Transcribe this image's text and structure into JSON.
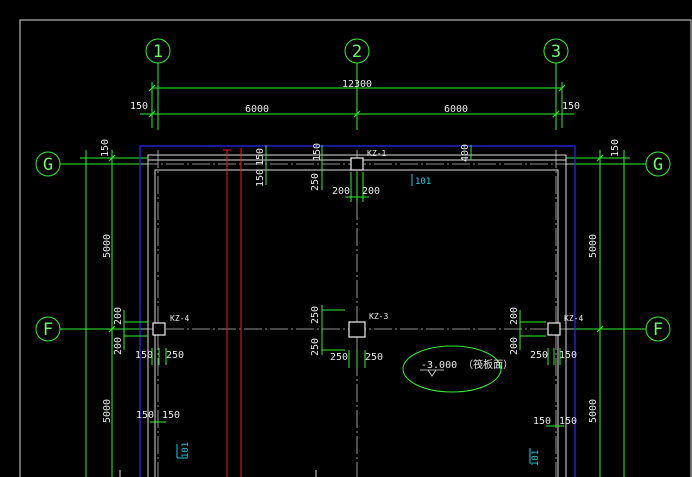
{
  "grid_axes": {
    "vertical": [
      "1",
      "2",
      "3"
    ],
    "horizontal": [
      "G",
      "F"
    ]
  },
  "dimensions": {
    "overall": "12300",
    "bays": [
      "6000",
      "6000"
    ],
    "edge_left": "150",
    "edge_right": "150",
    "vertical_bays": [
      "5000",
      "5000"
    ],
    "top_offset_left": "150",
    "top_offset_right": "150"
  },
  "columns": [
    {
      "tag": "KZ-1"
    },
    {
      "tag": "KZ-4"
    },
    {
      "tag": "KZ-3"
    },
    {
      "tag": "KZ-4"
    }
  ],
  "column_dims": {
    "kz1_left": "150",
    "kz1_left_lower": "150",
    "kz1_mid_top": "150",
    "kz1_mid_lower": "250",
    "kz1_bottom_left": "200",
    "kz1_bottom_right": "200",
    "kz1_right": "400",
    "kzf_left_top": "200",
    "kzf_left_bot": "200",
    "kzf_left_b1": "150",
    "kzf_left_b2": "250",
    "kz3_top": "250",
    "kz3_bot": "250",
    "kz3_b1": "250",
    "kz3_b2": "250",
    "kzf_right_top": "200",
    "kzf_right_bot": "200",
    "kzf_right_b1": "250",
    "kzf_right_b2": "150",
    "lower_left_1": "150",
    "lower_left_2": "150",
    "lower_right_1": "150",
    "lower_right_2": "150"
  },
  "wall_tags": [
    "101",
    "101",
    "101"
  ],
  "elevation_note": "-3.000 （筏板面）",
  "colors": {
    "background": "#000000",
    "grid": "#33ee33",
    "wall": "#dcdcdc",
    "outline": "#2a2af0",
    "section": "#e62222",
    "tag": "#22c8e6"
  }
}
